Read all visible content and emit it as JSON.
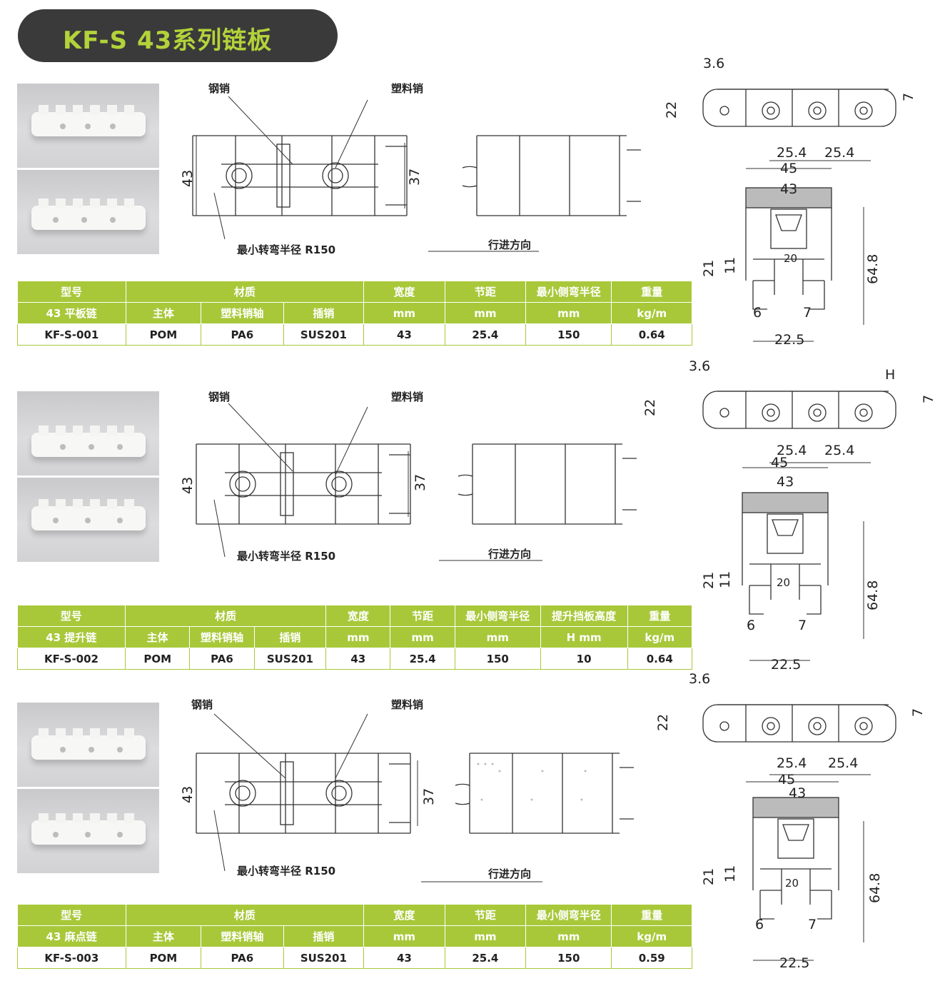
{
  "page_title": "KF-S 43系列链板",
  "labels": {
    "steel_pin": "钢销",
    "plastic_pin": "塑料销",
    "min_radius": "最小转弯半径 R150",
    "direction": "行进方向"
  },
  "dims": {
    "d43": "43",
    "d37": "37",
    "d3_6": "3.6",
    "d22": "22",
    "d7": "7",
    "d25_4": "25.4",
    "d45": "45",
    "d64_8": "64.8",
    "d21": "21",
    "d11": "11",
    "d20": "20",
    "d6": "6",
    "d22_5": "22.5",
    "dH": "H"
  },
  "table1": {
    "h1": [
      "型号",
      "材质",
      "宽度",
      "节距",
      "最小侧弯半径",
      "重量"
    ],
    "h2": [
      "43 平板链",
      "主体",
      "塑料销轴",
      "插销",
      "mm",
      "mm",
      "mm",
      "kg/m"
    ],
    "row": [
      "KF-S-001",
      "POM",
      "PA6",
      "SUS201",
      "43",
      "25.4",
      "150",
      "0.64"
    ]
  },
  "table2": {
    "h1": [
      "型号",
      "材质",
      "宽度",
      "节距",
      "最小侧弯半径",
      "提升挡板高度",
      "重量"
    ],
    "h2": [
      "43 提升链",
      "主体",
      "塑料销轴",
      "插销",
      "mm",
      "mm",
      "mm",
      "H mm",
      "kg/m"
    ],
    "row": [
      "KF-S-002",
      "POM",
      "PA6",
      "SUS201",
      "43",
      "25.4",
      "150",
      "10",
      "0.64"
    ]
  },
  "table3": {
    "h1": [
      "型号",
      "材质",
      "宽度",
      "节距",
      "最小侧弯半径",
      "重量"
    ],
    "h2": [
      "43 麻点链",
      "主体",
      "塑料销轴",
      "插销",
      "mm",
      "mm",
      "mm",
      "kg/m"
    ],
    "row": [
      "KF-S-003",
      "POM",
      "PA6",
      "SUS201",
      "43",
      "25.4",
      "150",
      "0.59"
    ]
  },
  "colors": {
    "accent_green": "#a8c83a",
    "title_green": "#b3d33a",
    "title_bg": "#3a3a3a"
  }
}
